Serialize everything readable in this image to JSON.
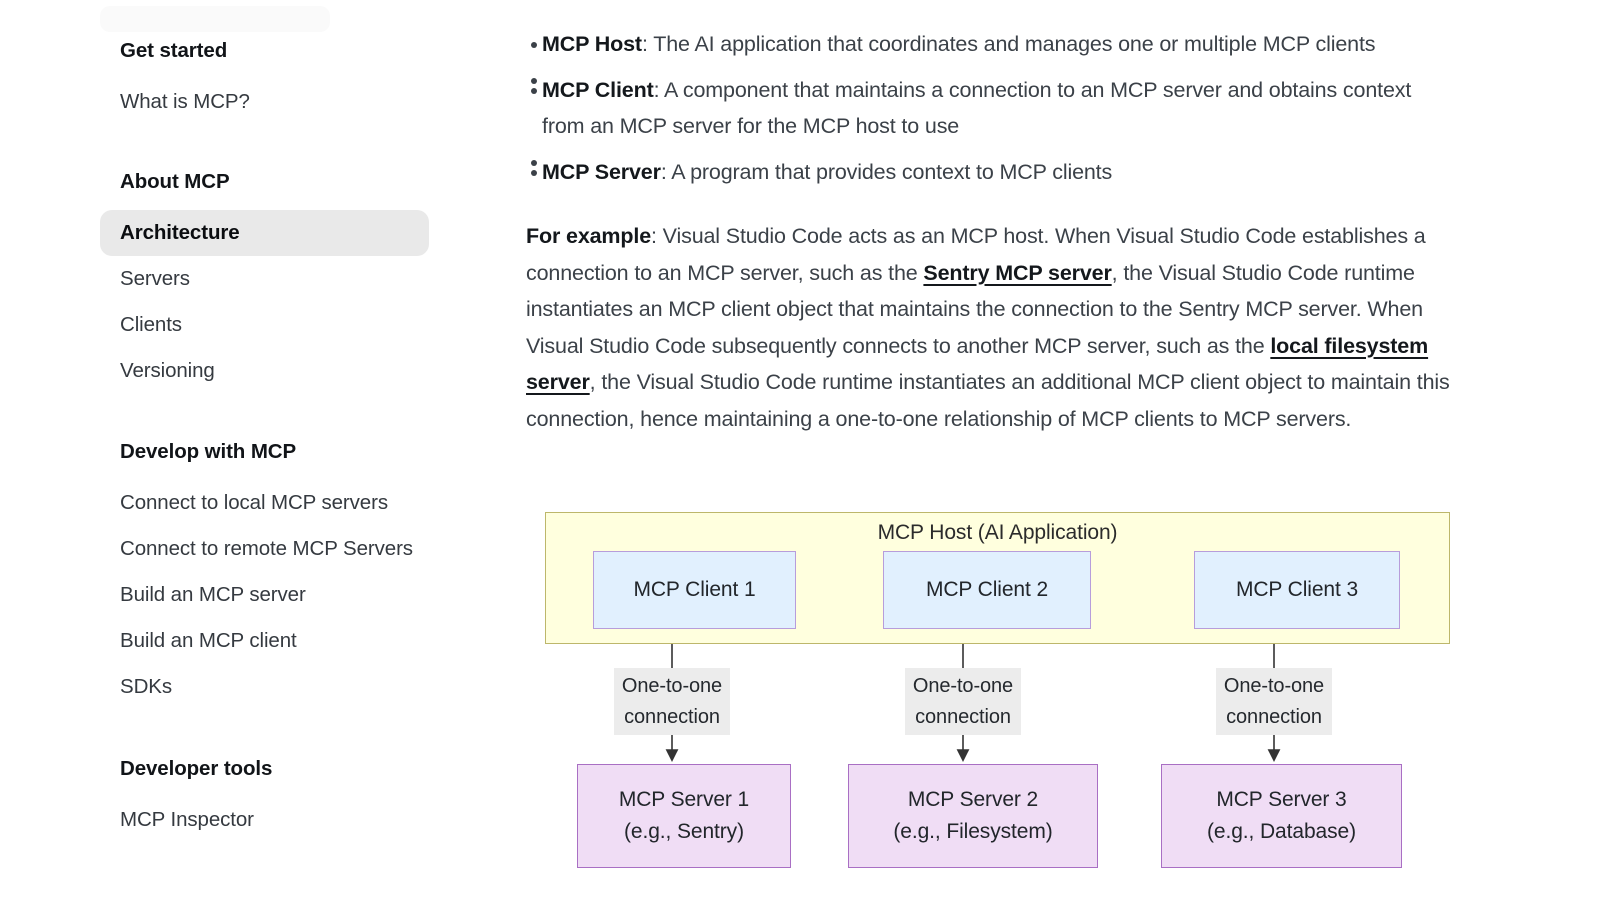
{
  "sidebar": {
    "sections": [
      {
        "title": "Get started",
        "items": [
          {
            "label": "What is MCP?",
            "active": false
          }
        ]
      },
      {
        "title": "About MCP",
        "items": [
          {
            "label": "Architecture",
            "active": true
          },
          {
            "label": "Servers",
            "active": false
          },
          {
            "label": "Clients",
            "active": false
          },
          {
            "label": "Versioning",
            "active": false
          }
        ]
      },
      {
        "title": "Develop with MCP",
        "items": [
          {
            "label": "Connect to local MCP servers",
            "active": false
          },
          {
            "label": "Connect to remote MCP Servers",
            "active": false
          },
          {
            "label": "Build an MCP server",
            "active": false
          },
          {
            "label": "Build an MCP client",
            "active": false
          },
          {
            "label": "SDKs",
            "active": false
          }
        ]
      },
      {
        "title": "Developer tools",
        "items": [
          {
            "label": "MCP Inspector",
            "active": false
          }
        ]
      }
    ]
  },
  "content": {
    "bullets": [
      {
        "term": "MCP Host",
        "text": ": The AI application that coordinates and manages one or multiple MCP clients"
      },
      {
        "term": "MCP Client",
        "text": ": A component that maintains a connection to an MCP server and obtains context from an MCP server for the MCP host to use"
      },
      {
        "term": "MCP Server",
        "text": ": A program that provides context to MCP clients"
      }
    ],
    "paragraph": {
      "lead": "For example",
      "part1": ": Visual Studio Code acts as an MCP host. When Visual Studio Code establishes a connection to an MCP server, such as the ",
      "link1": "Sentry MCP server",
      "part2": ", the Visual Studio Code runtime instantiates an MCP client object that maintains the connection to the Sentry MCP server. When Visual Studio Code subsequently connects to another MCP server, such as the ",
      "link2": "local filesystem server",
      "part3": ", the Visual Studio Code runtime instantiates an additional MCP client object to maintain this connection, hence maintaining a one-to-one relationship of MCP clients to MCP servers."
    }
  },
  "diagram": {
    "host_title": "MCP Host (AI Application)",
    "clients": [
      {
        "label": "MCP Client 1"
      },
      {
        "label": "MCP Client 2"
      },
      {
        "label": "MCP Client 3"
      }
    ],
    "edge_labels": [
      {
        "line1": "One-to-one",
        "line2": "connection"
      },
      {
        "line1": "One-to-one",
        "line2": "connection"
      },
      {
        "line1": "One-to-one",
        "line2": "connection"
      }
    ],
    "servers": [
      {
        "line1": "MCP Server 1",
        "line2": "(e.g., Sentry)"
      },
      {
        "line1": "MCP Server 2",
        "line2": "(e.g., Filesystem)"
      },
      {
        "line1": "MCP Server 3",
        "line2": "(e.g., Database)"
      }
    ],
    "colors": {
      "host_fill": "#ffffde",
      "host_border": "#bdb76b",
      "client_fill": "#e1f0fe",
      "client_border": "#b79ddb",
      "server_fill": "#f0ddf5",
      "server_border": "#a96fc4",
      "label_fill": "#ececec",
      "connector": "#333333"
    }
  }
}
